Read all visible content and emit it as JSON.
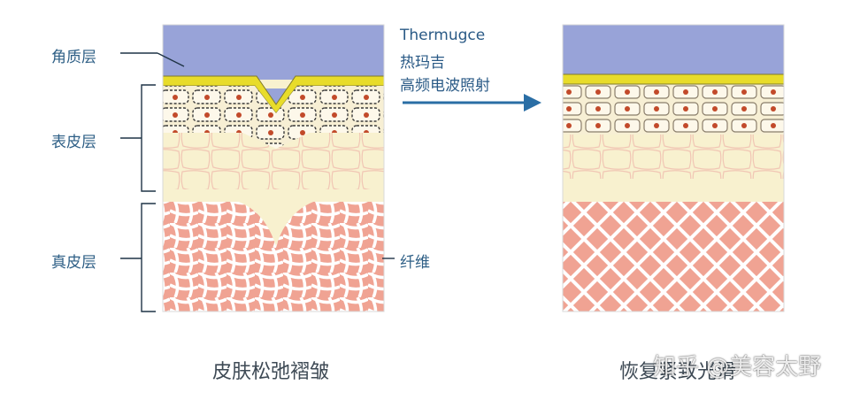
{
  "left_panel": {
    "labels": {
      "stratum_corneum": "角质层",
      "epidermis": "表皮层",
      "dermis": "真皮层",
      "fibers": "纤维"
    },
    "caption": "皮肤松弛褶皱"
  },
  "arrow": {
    "line1": "Thermugce",
    "line2": "热玛吉",
    "line3": "高频电波照射"
  },
  "right_panel": {
    "caption": "恢复紧致光滑"
  },
  "watermark": "知乎 @美容太野",
  "colors": {
    "corneum": "#98a3d8",
    "yellow_band": "#e8dc2a",
    "epidermis": "#f8f1cf",
    "dermis": "#f0a393",
    "label_text": "#2e5f86",
    "arrow": "#2a6ea5"
  }
}
